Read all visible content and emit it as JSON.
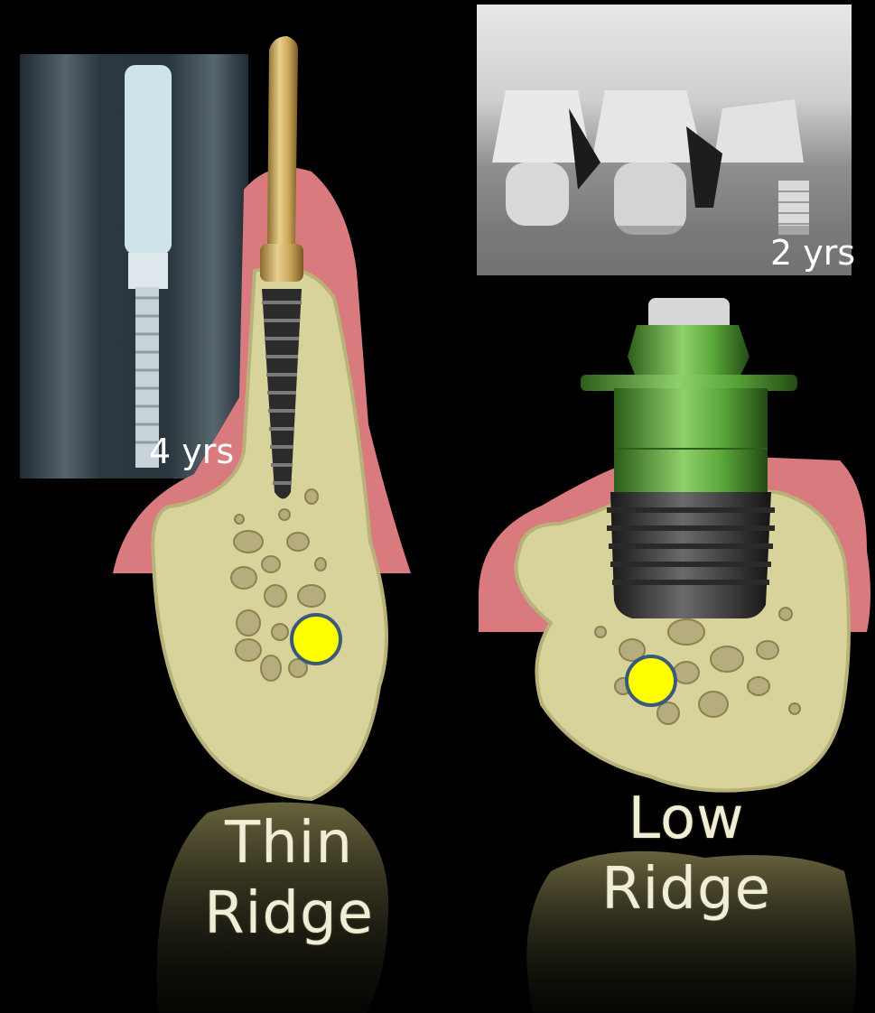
{
  "panels": [
    {
      "id": "thin",
      "xray_label": "4 yrs",
      "caption_line1": "Thin",
      "caption_line2": "Ridge"
    },
    {
      "id": "low",
      "xray_label": "2 yrs",
      "caption_line1": "Low",
      "caption_line2": "Ridge"
    }
  ],
  "colors": {
    "background": "#000000",
    "gingiva": "#d97b7e",
    "bone": "#d8d39a",
    "bone_pore": "#b5ad7e",
    "nerve_marker": "#ffff00",
    "nerve_outline": "#3a5a7a",
    "narrow_implant_abutment": "#c9a55a",
    "narrow_implant_body": "#2b2b2b",
    "wide_implant_collar": "#5aa83a",
    "wide_implant_body": "#3a3a3a"
  }
}
